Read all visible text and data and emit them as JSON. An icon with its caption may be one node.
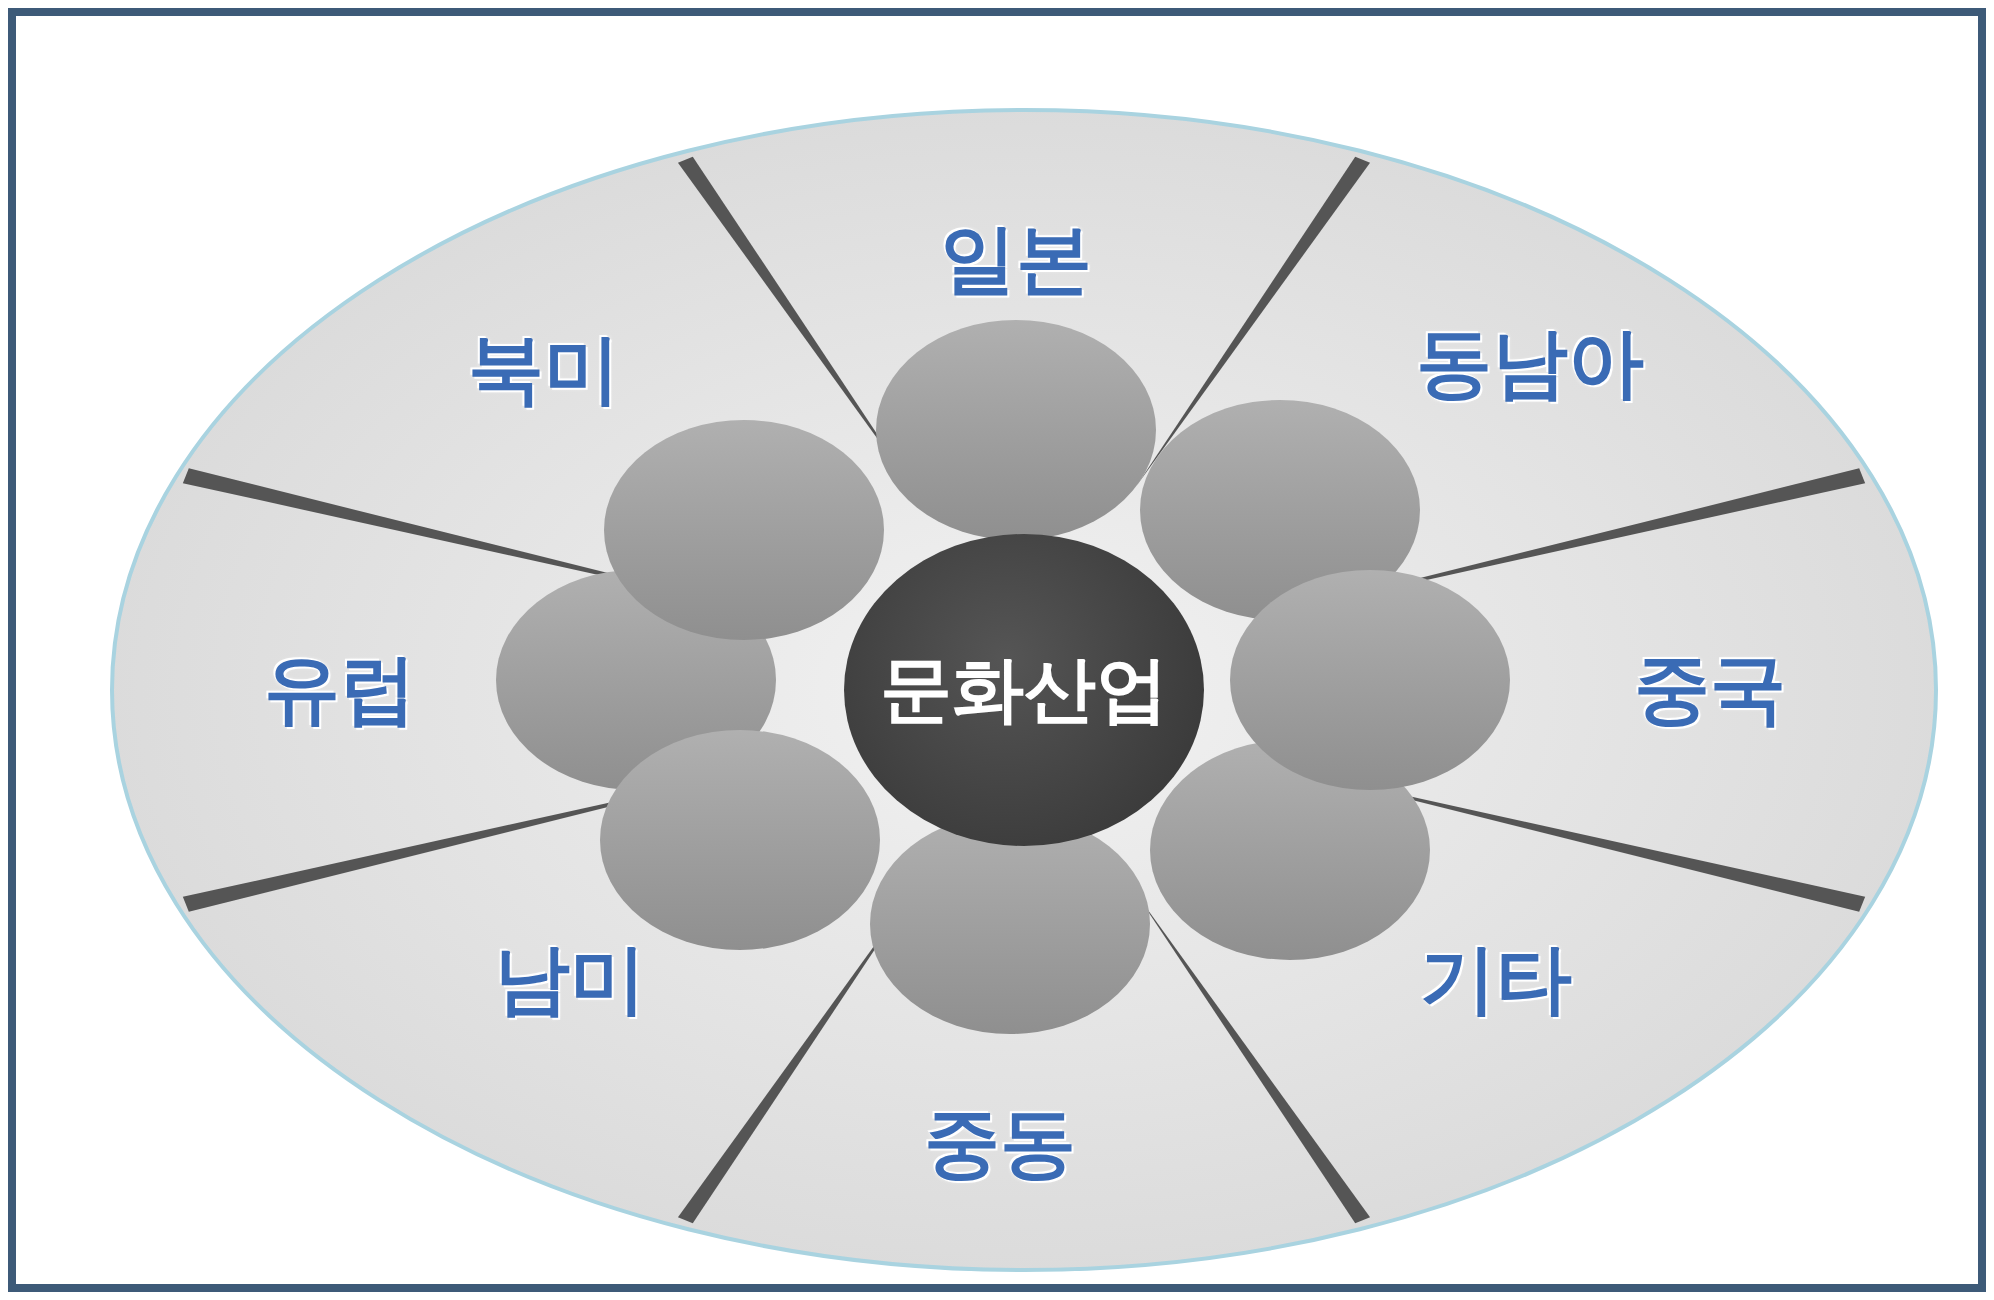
{
  "diagram": {
    "nodes": [
      {
        "text": [
          "문화산업"
        ]
      },
      {
        "text": [
          "일본"
        ]
      },
      {
        "text": [
          "동남아"
        ]
      },
      {
        "text": [
          "중국"
        ]
      },
      {
        "text": [
          "기타"
        ]
      },
      {
        "text": [
          "중동"
        ]
      },
      {
        "text": [
          "남미"
        ]
      },
      {
        "text": [
          "유럽"
        ]
      },
      {
        "text": [
          "북미"
        ]
      },
      {
        "text": [],
        "shape": "circle"
      },
      {
        "text": [],
        "shape": "circle"
      },
      {
        "text": [],
        "shape": "circle"
      },
      {
        "text": [],
        "shape": "circle"
      },
      {
        "text": [],
        "shape": "circle"
      },
      {
        "text": [],
        "shape": "circle"
      },
      {
        "text": [],
        "shape": "circle"
      },
      {
        "text": [],
        "shape": "circle"
      }
    ]
  }
}
